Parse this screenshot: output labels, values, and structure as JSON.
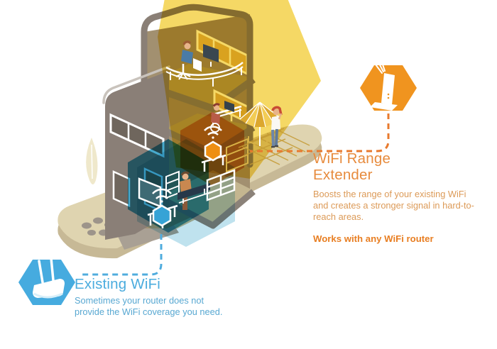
{
  "diagram": {
    "subject": "WiFi Range Extender coverage illustration",
    "callouts": {
      "extender": {
        "title": "WiFi Range Extender",
        "description": "Boosts the range of your existing WiFi and creates a stronger signal in hard-to-reach areas.",
        "note": "Works with any WiFi router",
        "accent_color": "#E8873B"
      },
      "existing": {
        "title": "Existing WiFi",
        "description": "Sometimes your router does not provide the WiFi coverage you need.",
        "accent_color": "#4BACDE"
      }
    },
    "zones": {
      "extended_coverage_color": "#F2CB3E",
      "extender_zone_color": "#EC9137",
      "router_zone_color": "#2E9EC6"
    },
    "icons": [
      "wifi-extender-badge-icon",
      "wifi-router-badge-icon",
      "wifi-extender-device-icon",
      "wifi-router-device-icon",
      "wifi-signal-waves-icon",
      "umbrella-icon",
      "tree-icon"
    ]
  }
}
